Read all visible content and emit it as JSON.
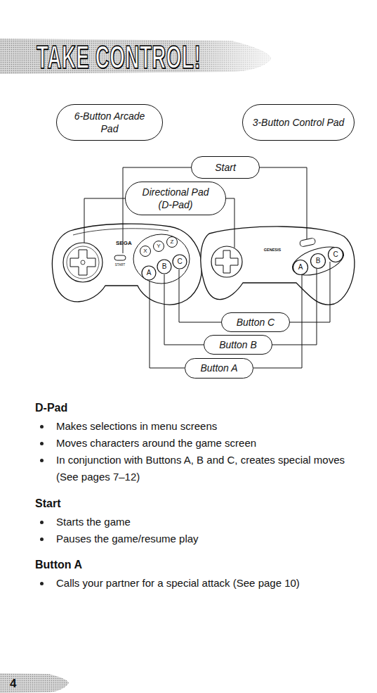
{
  "diagram": {
    "title": "TAKE CONTROL!",
    "nodes": [
      {
        "text": [
          "6-Button Arcade Pad"
        ]
      },
      {
        "text": [
          "3-Button Control Pad"
        ]
      },
      {
        "text": [
          "Start"
        ]
      },
      {
        "text": [
          "Directional Pad (D-Pad)"
        ]
      },
      {
        "text": [
          "Button C"
        ]
      },
      {
        "text": [
          "Button B"
        ]
      },
      {
        "text": [
          "Button A"
        ]
      }
    ],
    "labels": [
      "SEGA",
      "START",
      "X",
      "Y",
      "Z",
      "A",
      "B",
      "C",
      "GENESIS",
      "A",
      "B",
      "C",
      "D-Pad",
      "Makes selections in menu screens",
      "Moves characters around the game screen",
      "In conjunction with Buttons A, B and C, creates special moves (See pages 7–12)",
      "Start",
      "Starts the game",
      "Pauses the game/resume play",
      "Button A",
      "Calls your partner for a special attack (See page 10)",
      "4"
    ]
  }
}
